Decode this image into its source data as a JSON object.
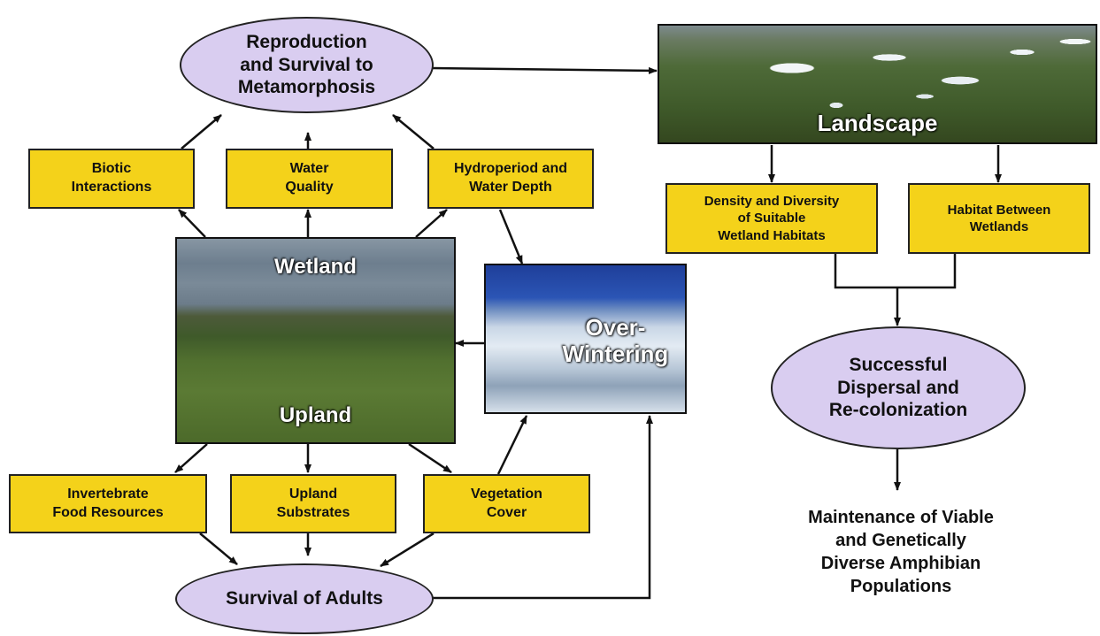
{
  "nodes": {
    "reproduction": "Reproduction\nand Survival to\nMetamorphosis",
    "biotic": "Biotic\nInteractions",
    "water_quality": "Water\nQuality",
    "hydroperiod": "Hydroperiod and\nWater Depth",
    "wetland_label": "Wetland",
    "upland_label": "Upland",
    "overwintering_label": "Over-\nWintering",
    "invertebrate": "Invertebrate\nFood Resources",
    "upland_substrates": "Upland\nSubstrates",
    "vegetation": "Vegetation\nCover",
    "survival_adults": "Survival of Adults",
    "landscape_label": "Landscape",
    "density": "Density and Diversity\nof Suitable\nWetland Habitats",
    "habitat_between": "Habitat Between\nWetlands",
    "dispersal": "Successful\nDispersal and\nRe-colonization",
    "maintenance": "Maintenance of Viable\nand Genetically\nDiverse Amphibian\nPopulations"
  },
  "colors": {
    "ellipse_fill": "#d9cdf0",
    "box_fill": "#f4d21a",
    "outline": "#222222"
  }
}
